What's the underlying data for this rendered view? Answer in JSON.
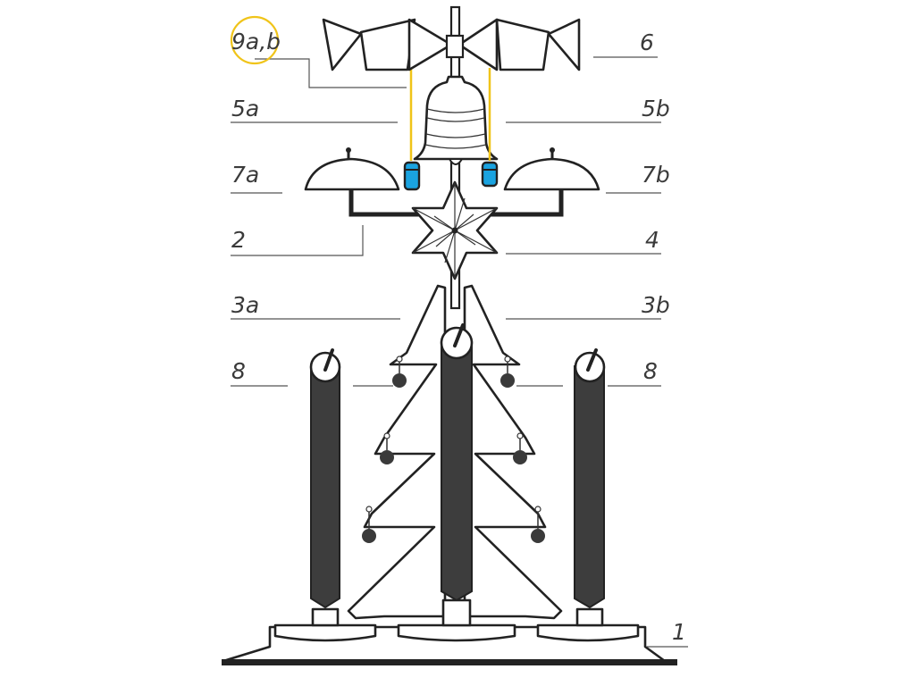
{
  "labels": {
    "l_9ab": "9a,b",
    "l_6": "6",
    "l_5a": "5a",
    "l_5b": "5b",
    "l_7a": "7a",
    "l_7b": "7b",
    "l_2": "2",
    "l_4": "4",
    "l_3a": "3a",
    "l_3b": "3b",
    "l_8_left": "8",
    "l_8_right": "8",
    "l_1": "1"
  },
  "colors": {
    "highlight": "#f0c419",
    "accent_blue": "#1aa3e0",
    "line": "#222222",
    "candle": "#3d3d3d"
  }
}
